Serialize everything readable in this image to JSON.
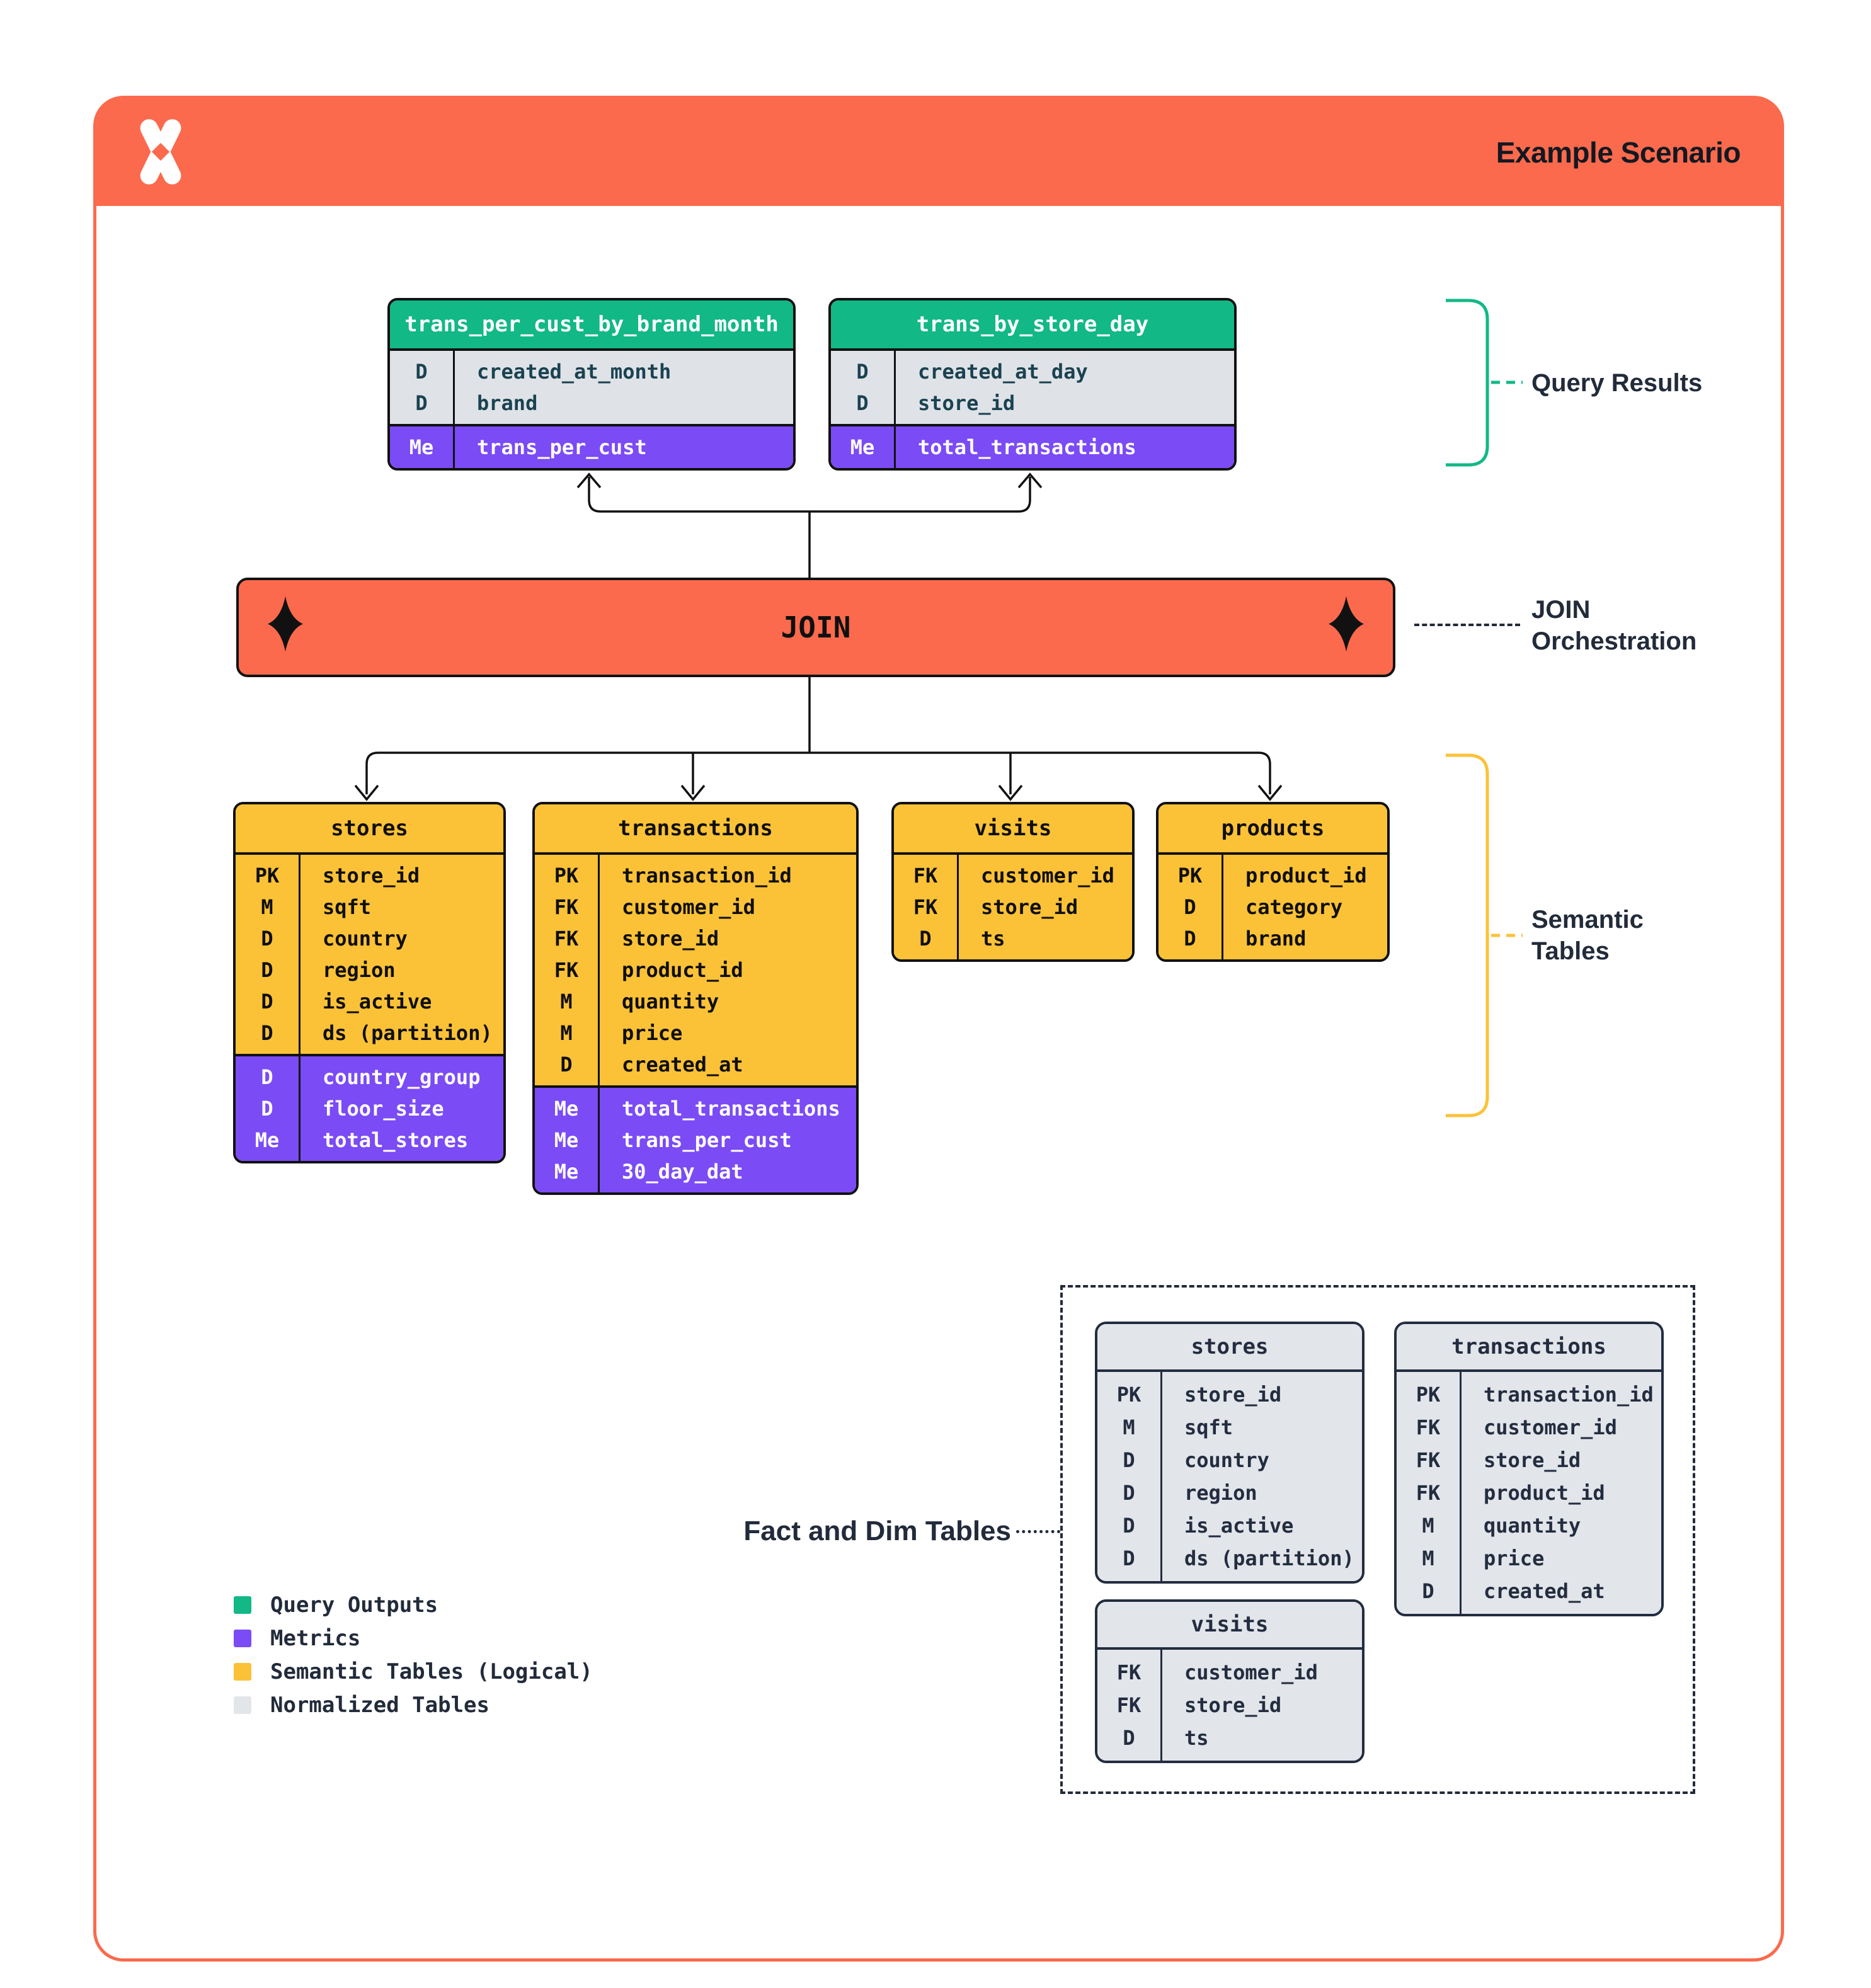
{
  "header": {
    "title": "Example Scenario"
  },
  "join_bar": {
    "label": "JOIN"
  },
  "annotations": {
    "query_results": "Query Results",
    "join_orchestration": [
      "JOIN",
      "Orchestration"
    ],
    "semantic_tables": [
      "Semantic",
      "Tables"
    ],
    "fact_and_dim": "Fact and Dim Tables"
  },
  "query_results": [
    {
      "title": "trans_per_cust_by_brand_month",
      "dims": [
        {
          "key": "D",
          "name": "created_at_month"
        },
        {
          "key": "D",
          "name": "brand"
        }
      ],
      "metrics": [
        {
          "key": "Me",
          "name": "trans_per_cust"
        }
      ]
    },
    {
      "title": "trans_by_store_day",
      "dims": [
        {
          "key": "D",
          "name": "created_at_day"
        },
        {
          "key": "D",
          "name": "store_id"
        }
      ],
      "metrics": [
        {
          "key": "Me",
          "name": "total_transactions"
        }
      ]
    }
  ],
  "semantic_tables": [
    {
      "title": "stores",
      "columns": [
        {
          "key": "PK",
          "name": "store_id"
        },
        {
          "key": "M",
          "name": "sqft"
        },
        {
          "key": "D",
          "name": "country"
        },
        {
          "key": "D",
          "name": "region"
        },
        {
          "key": "D",
          "name": "is_active"
        },
        {
          "key": "D",
          "name": "ds (partition)"
        }
      ],
      "metrics": [
        {
          "key": "D",
          "name": "country_group"
        },
        {
          "key": "D",
          "name": "floor_size"
        },
        {
          "key": "Me",
          "name": "total_stores"
        }
      ]
    },
    {
      "title": "transactions",
      "columns": [
        {
          "key": "PK",
          "name": "transaction_id"
        },
        {
          "key": "FK",
          "name": "customer_id"
        },
        {
          "key": "FK",
          "name": "store_id"
        },
        {
          "key": "FK",
          "name": "product_id"
        },
        {
          "key": "M",
          "name": "quantity"
        },
        {
          "key": "M",
          "name": "price"
        },
        {
          "key": "D",
          "name": "created_at"
        }
      ],
      "metrics": [
        {
          "key": "Me",
          "name": "total_transactions"
        },
        {
          "key": "Me",
          "name": "trans_per_cust"
        },
        {
          "key": "Me",
          "name": "30_day_dat"
        }
      ]
    },
    {
      "title": "visits",
      "columns": [
        {
          "key": "FK",
          "name": "customer_id"
        },
        {
          "key": "FK",
          "name": "store_id"
        },
        {
          "key": "D",
          "name": "ts"
        }
      ],
      "metrics": []
    },
    {
      "title": "products",
      "columns": [
        {
          "key": "PK",
          "name": "product_id"
        },
        {
          "key": "D",
          "name": "category"
        },
        {
          "key": "D",
          "name": "brand"
        }
      ],
      "metrics": []
    }
  ],
  "normalized_tables": [
    {
      "title": "stores",
      "columns": [
        {
          "key": "PK",
          "name": "store_id"
        },
        {
          "key": "M",
          "name": "sqft"
        },
        {
          "key": "D",
          "name": "country"
        },
        {
          "key": "D",
          "name": "region"
        },
        {
          "key": "D",
          "name": "is_active"
        },
        {
          "key": "D",
          "name": "ds (partition)"
        }
      ]
    },
    {
      "title": "transactions",
      "columns": [
        {
          "key": "PK",
          "name": "transaction_id"
        },
        {
          "key": "FK",
          "name": "customer_id"
        },
        {
          "key": "FK",
          "name": "store_id"
        },
        {
          "key": "FK",
          "name": "product_id"
        },
        {
          "key": "M",
          "name": "quantity"
        },
        {
          "key": "M",
          "name": "price"
        },
        {
          "key": "D",
          "name": "created_at"
        }
      ]
    },
    {
      "title": "visits",
      "columns": [
        {
          "key": "FK",
          "name": "customer_id"
        },
        {
          "key": "FK",
          "name": "store_id"
        },
        {
          "key": "D",
          "name": "ts"
        }
      ]
    }
  ],
  "legend": {
    "items": [
      {
        "label": "Query Outputs",
        "color": "#12B886"
      },
      {
        "label": "Metrics",
        "color": "#7B4BF5"
      },
      {
        "label": "Semantic Tables (Logical)",
        "color": "#FCC237"
      },
      {
        "label": "Normalized Tables",
        "color": "#E2E5EA"
      }
    ]
  },
  "colors": {
    "brand_orange": "#FB6A4D",
    "query_output_green": "#12B886",
    "metric_purple": "#7B4BF5",
    "semantic_yellow": "#FCC237",
    "normalized_gray": "#E2E5EA",
    "ink_black": "#111111",
    "navy_text": "#232D3F",
    "teal_text": "#1B4250"
  }
}
